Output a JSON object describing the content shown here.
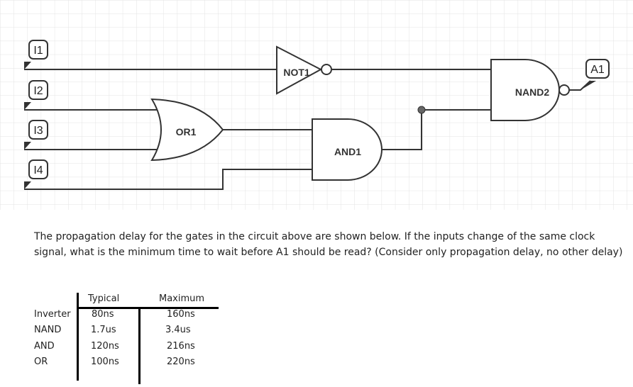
{
  "circuit": {
    "inputs": [
      "I1",
      "I2",
      "I3",
      "I4"
    ],
    "output": "A1",
    "gates": {
      "not1": "NOT1",
      "or1": "OR1",
      "and1": "AND1",
      "nand2": "NAND2"
    }
  },
  "question": "The propagation delay for the gates in the circuit above are shown below. If the inputs change of the same clock signal, what is the minimum time to wait before A1 should be read? (Consider only propagation delay, no other delay)",
  "table": {
    "headers": {
      "typical": "Typical",
      "maximum": "Maximum"
    },
    "rows": [
      {
        "gate": "Inverter",
        "typical": "80ns",
        "maximum": "160ns"
      },
      {
        "gate": "NAND",
        "typical": "1.7us",
        "maximum": "3.4us"
      },
      {
        "gate": "AND",
        "typical": "120ns",
        "maximum": "216ns"
      },
      {
        "gate": "OR",
        "typical": "100ns",
        "maximum": "220ns"
      }
    ]
  }
}
